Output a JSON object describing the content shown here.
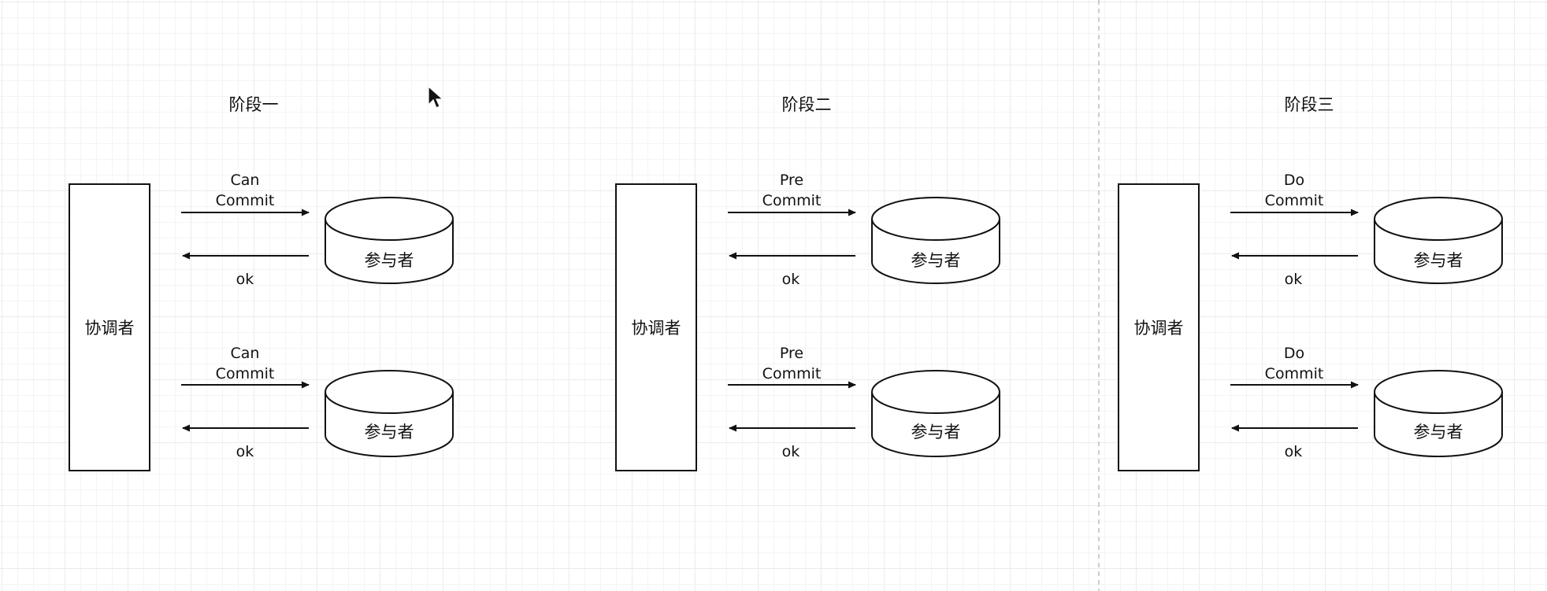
{
  "stages": [
    {
      "title": "阶段一",
      "coordinator": "协调者",
      "participants": [
        {
          "label": "参与者",
          "request": [
            "Can",
            "Commit"
          ],
          "reply": "ok"
        },
        {
          "label": "参与者",
          "request": [
            "Can",
            "Commit"
          ],
          "reply": "ok"
        }
      ]
    },
    {
      "title": "阶段二",
      "coordinator": "协调者",
      "participants": [
        {
          "label": "参与者",
          "request": [
            "Pre",
            "Commit"
          ],
          "reply": "ok"
        },
        {
          "label": "参与者",
          "request": [
            "Pre",
            "Commit"
          ],
          "reply": "ok"
        }
      ]
    },
    {
      "title": "阶段三",
      "coordinator": "协调者",
      "participants": [
        {
          "label": "参与者",
          "request": [
            "Do",
            "Commit"
          ],
          "reply": "ok"
        },
        {
          "label": "参与者",
          "request": [
            "Do",
            "Commit"
          ],
          "reply": "ok"
        }
      ]
    }
  ]
}
